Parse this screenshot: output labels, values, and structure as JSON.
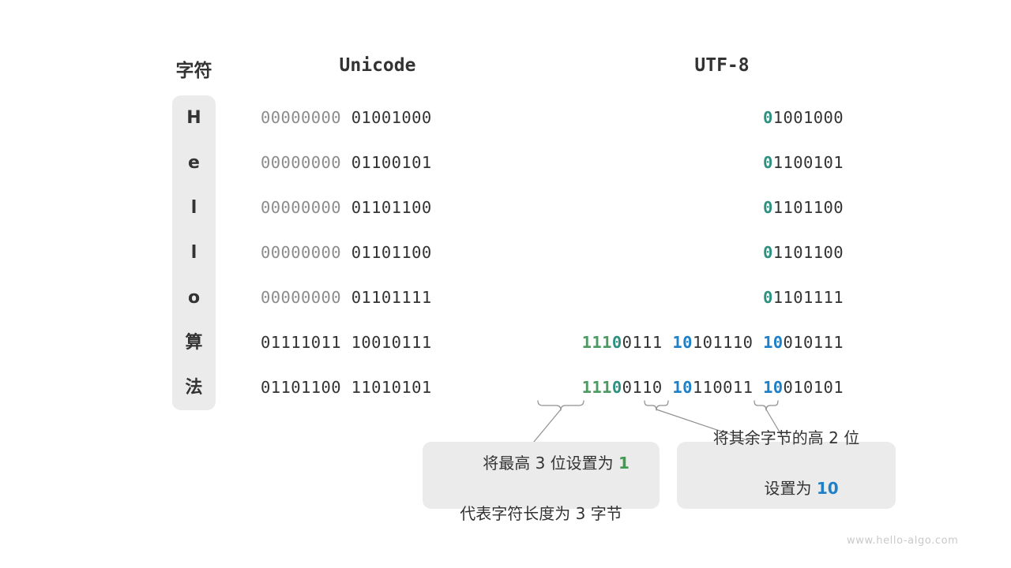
{
  "colors": {
    "text": "#333333",
    "dim": "#8c8c8c",
    "panel": "#ebebeb",
    "teal": "#2d9182",
    "green": "#4d9a63",
    "blue": "#1f80c8",
    "connector": "#8f8f8f",
    "watermark": "#c9c9c9",
    "background": "#ffffff"
  },
  "headers": {
    "character": "字符",
    "unicode": "Unicode",
    "utf8": "UTF-8"
  },
  "rows": [
    {
      "char": "H",
      "unicode_dim": "00000000 ",
      "unicode_main": "01001000",
      "utf8_parts": [
        {
          "text": "0",
          "style": "teal"
        },
        {
          "text": "1001000",
          "style": "plain"
        }
      ]
    },
    {
      "char": "e",
      "unicode_dim": "00000000 ",
      "unicode_main": "01100101",
      "utf8_parts": [
        {
          "text": "0",
          "style": "teal"
        },
        {
          "text": "1100101",
          "style": "plain"
        }
      ]
    },
    {
      "char": "l",
      "unicode_dim": "00000000 ",
      "unicode_main": "01101100",
      "utf8_parts": [
        {
          "text": "0",
          "style": "teal"
        },
        {
          "text": "1101100",
          "style": "plain"
        }
      ]
    },
    {
      "char": "l",
      "unicode_dim": "00000000 ",
      "unicode_main": "01101100",
      "utf8_parts": [
        {
          "text": "0",
          "style": "teal"
        },
        {
          "text": "1101100",
          "style": "plain"
        }
      ]
    },
    {
      "char": "o",
      "unicode_dim": "00000000 ",
      "unicode_main": "01101111",
      "utf8_parts": [
        {
          "text": "0",
          "style": "teal"
        },
        {
          "text": "1101111",
          "style": "plain"
        }
      ]
    },
    {
      "char": "算",
      "unicode_dim": "",
      "unicode_main": "01111011 10010111",
      "utf8_parts": [
        {
          "text": "111",
          "style": "green"
        },
        {
          "text": "0",
          "style": "teal"
        },
        {
          "text": "0111 ",
          "style": "plain"
        },
        {
          "text": "10",
          "style": "blue"
        },
        {
          "text": "101110 ",
          "style": "plain"
        },
        {
          "text": "10",
          "style": "blue"
        },
        {
          "text": "010111",
          "style": "plain"
        }
      ]
    },
    {
      "char": "法",
      "unicode_dim": "",
      "unicode_main": "01101100 11010101",
      "utf8_parts": [
        {
          "text": "111",
          "style": "green"
        },
        {
          "text": "0",
          "style": "teal"
        },
        {
          "text": "0110 ",
          "style": "plain"
        },
        {
          "text": "10",
          "style": "blue"
        },
        {
          "text": "110011 ",
          "style": "plain"
        },
        {
          "text": "10",
          "style": "blue"
        },
        {
          "text": "010101",
          "style": "plain"
        }
      ]
    }
  ],
  "notes": [
    {
      "id": "leading-byte-note",
      "line1_prefix": "将最高 3 位设置为 ",
      "line1_highlight": "1",
      "line1_highlight_style": "green",
      "line2": "代表字符长度为 3 字节"
    },
    {
      "id": "continuation-byte-note",
      "line1_prefix": "将其余字节的高 2 位",
      "line1_highlight": "",
      "line1_highlight_style": "blue",
      "line2_prefix": "设置为 ",
      "line2_highlight": "10",
      "line2_highlight_style": "blue"
    }
  ],
  "watermark": "www.hello-algo.com"
}
